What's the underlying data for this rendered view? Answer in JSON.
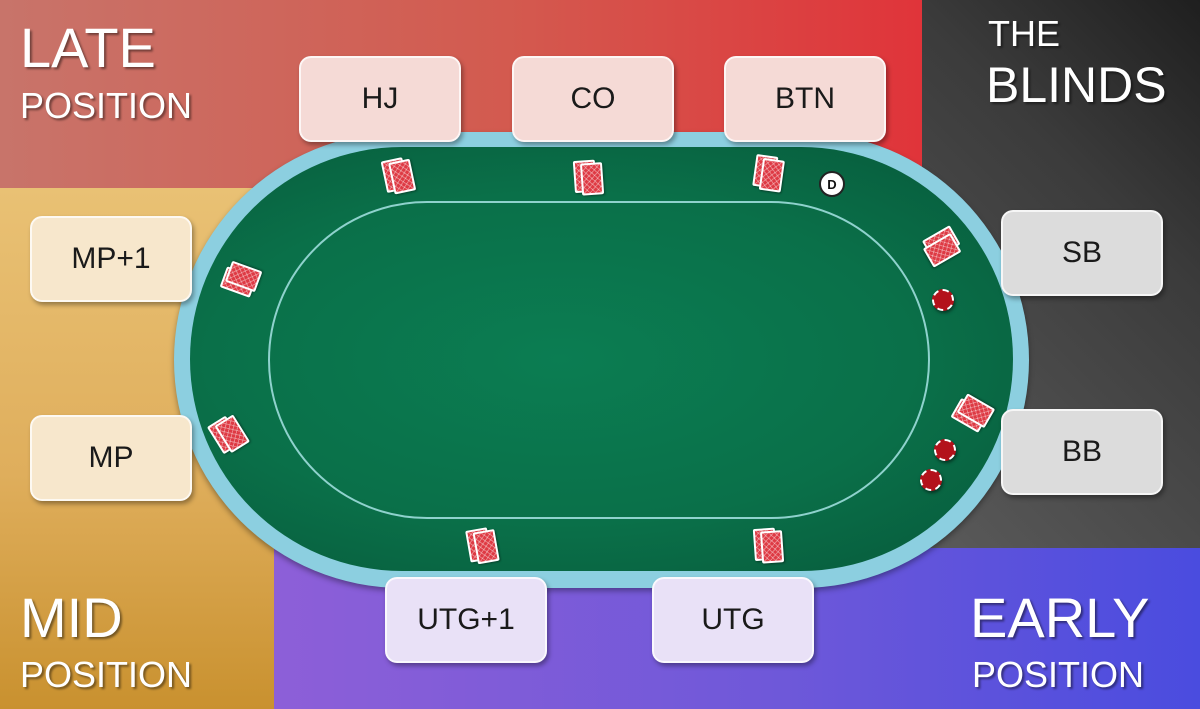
{
  "zones": {
    "late": {
      "title": "LATE",
      "subtitle": "POSITION"
    },
    "blinds": {
      "title": "THE",
      "subtitle": "BLINDS"
    },
    "mid": {
      "title": "MID",
      "subtitle": "POSITION"
    },
    "early": {
      "title": "EARLY",
      "subtitle": "POSITION"
    }
  },
  "seats": {
    "hj": "HJ",
    "co": "CO",
    "btn": "BTN",
    "sb": "SB",
    "bb": "BB",
    "mp1": "MP+1",
    "mp": "MP",
    "utg1": "UTG+1",
    "utg": "UTG"
  },
  "dealer_button": "D",
  "colors": {
    "late": "#d35a4f",
    "blinds": "#3b3b3b",
    "mid": "#dfae5c",
    "early": "#6e58d9",
    "felt": "#0a7049",
    "rail": "#8ccfe0"
  }
}
